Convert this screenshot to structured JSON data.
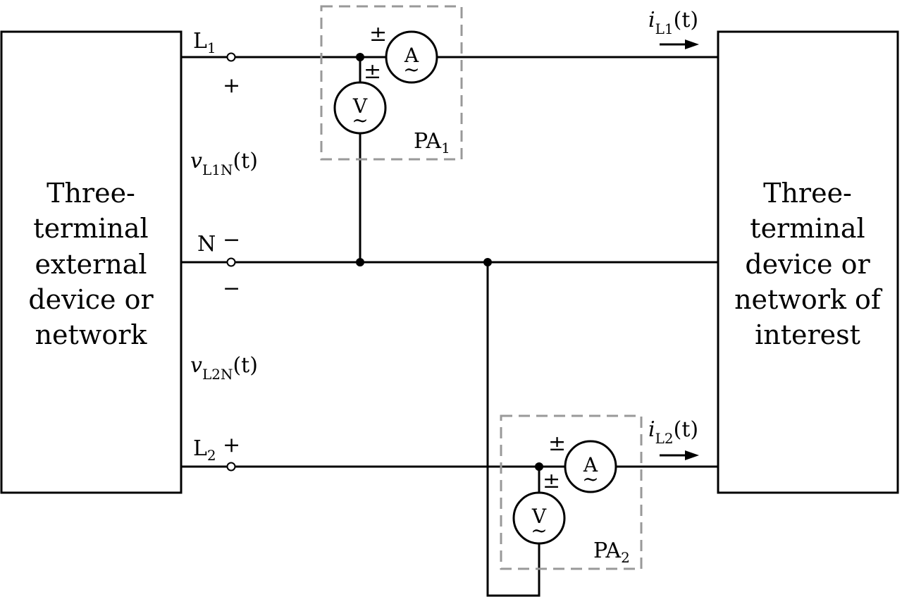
{
  "left_block": {
    "lines": [
      "Three-",
      "terminal",
      "external",
      "device or",
      "network"
    ]
  },
  "right_block": {
    "lines": [
      "Three-",
      "terminal",
      "device or",
      "network of",
      "interest"
    ]
  },
  "terminals": {
    "L1": {
      "base": "L",
      "sub": "1",
      "pos_sign": "+"
    },
    "N": {
      "label": "N",
      "sign_upper": "−",
      "sign_lower": "−"
    },
    "L2": {
      "base": "L",
      "sub": "2",
      "pos_sign": "+"
    }
  },
  "voltages": {
    "v1": {
      "v": "v",
      "sub_l": "L",
      "sub_n": "1",
      "sub_tail": "N",
      "arg": "(t)"
    },
    "v2": {
      "v": "v",
      "sub_l": "L",
      "sub_n": "2",
      "sub_tail": "N",
      "arg": "(t)"
    }
  },
  "currents": {
    "i1": {
      "i": "i",
      "sub_l": "L",
      "sub_n": "1",
      "arg": "(t)"
    },
    "i2": {
      "i": "i",
      "sub_l": "L",
      "sub_n": "2",
      "arg": "(t)"
    }
  },
  "analyzers": {
    "pa1": {
      "base": "PA",
      "sub": "1",
      "ammeter": "A",
      "voltmeter": "V",
      "polarity": "±",
      "tilde": "~"
    },
    "pa2": {
      "base": "PA",
      "sub": "2",
      "ammeter": "A",
      "voltmeter": "V",
      "polarity": "±",
      "tilde": "~"
    }
  }
}
